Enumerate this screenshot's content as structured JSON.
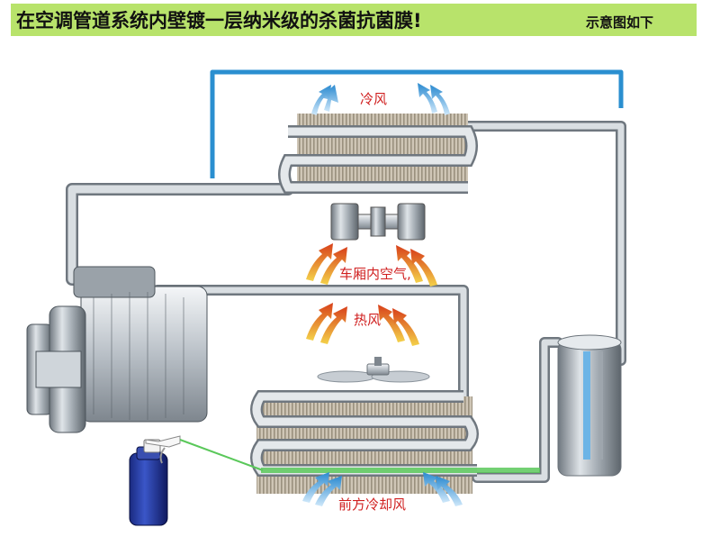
{
  "header": {
    "title": "在空调管道系统内壁镀一层纳米级的杀菌抗菌膜!",
    "subtitle": "示意图如下"
  },
  "labels": {
    "cold_air": "冷风",
    "cabin_air": "车厢内空气,",
    "hot_air": "热风",
    "front_cooling_air": "前方冷却风"
  },
  "colors": {
    "banner": "#b8e36b",
    "label_text": "#d02020",
    "cold_arrow": "#2a8ad0",
    "warm_arrow": "#e07020",
    "coating": "#5ac85a",
    "high_pressure_line": "#2a8fd0"
  },
  "icons": [
    "compressor-icon",
    "spray-can-icon",
    "blower-fan-icon",
    "fan-blade-icon",
    "receiver-drier-icon"
  ]
}
